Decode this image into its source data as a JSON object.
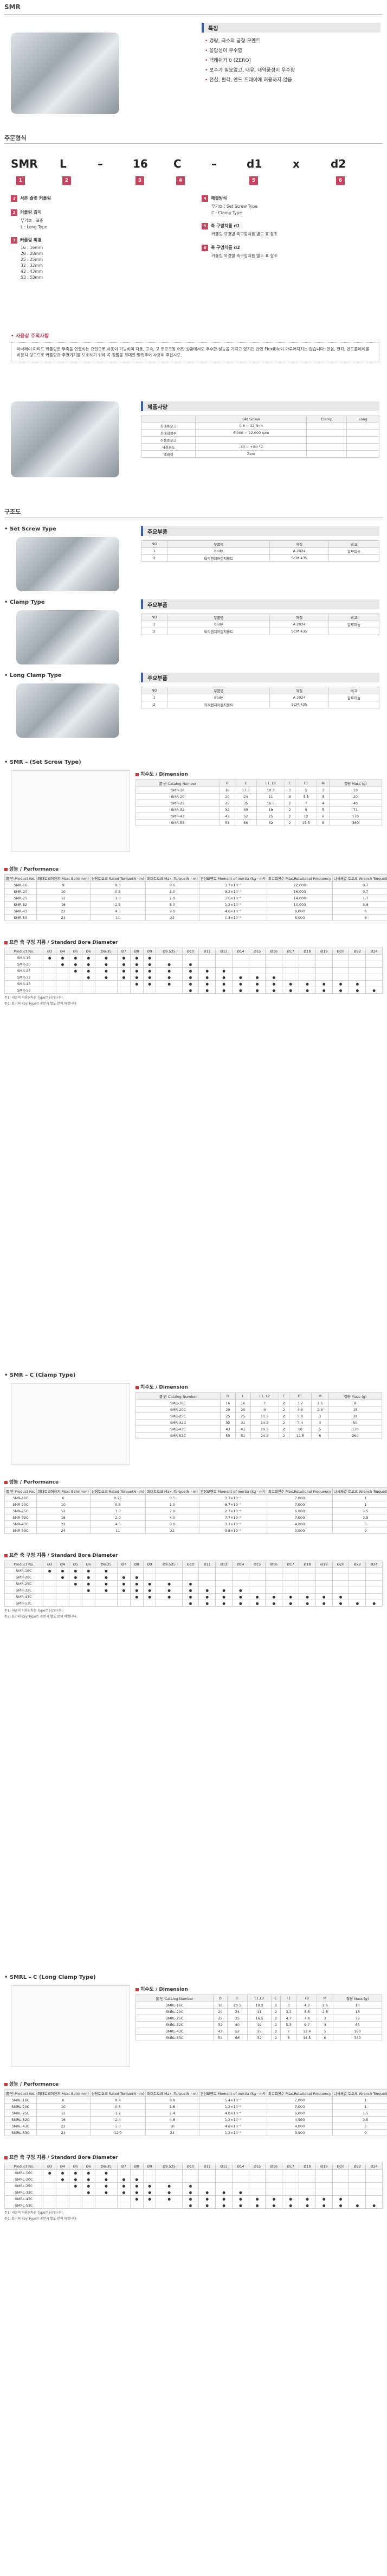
{
  "page_title": "SMR",
  "features": {
    "heading": "특징",
    "items": [
      "경량, 극소의 금형 모멘트",
      "응답성이 우수함",
      "백래쉬가 0 (ZERO)",
      "보수가 필요없고, 내유, 내약품성이 우수함",
      "편심, 편각, 엔드 프레이에 허용하지 않음"
    ]
  },
  "ordering": {
    "heading": "주문형식",
    "code_parts": [
      "SMR",
      "L",
      "–",
      "16",
      "C",
      "–",
      "d1",
      "x",
      "d2"
    ],
    "badges": [
      "1",
      "2",
      "3",
      "4",
      "5",
      "6"
    ],
    "left": [
      {
        "num": "1",
        "title": "서픈 슬릿 커플링"
      },
      {
        "num": "2",
        "title": "커플링 길이",
        "lines": [
          "무기호 : 표준",
          "L : Long Type"
        ]
      },
      {
        "num": "3",
        "title": "커플링 외경",
        "lines": [
          "16 : 16mm",
          "20 : 20mm",
          "25 : 25mm",
          "32 : 32mm",
          "43 : 43mm",
          "53 : 53mm"
        ]
      }
    ],
    "right": [
      {
        "num": "4",
        "title": "체결방식",
        "lines": [
          "무기호 : Set Screw Type",
          "C : Clamp Type"
        ]
      },
      {
        "num": "5",
        "title": "축 구멍치름 d1",
        "lines": [
          "커플링 외경별 축구멍치름 별도 표 참조"
        ]
      },
      {
        "num": "6",
        "title": "축 구멍치름 d2",
        "lines": [
          "커플링 외경별 축구멍치름 별도 표 참조"
        ]
      }
    ]
  },
  "caution": {
    "title": "• 사용상 주의사항",
    "text": "이너레이 피티드 커플링은 두축을 연결하는 요인으로 사용이 가능하며 자동, 고속, 고 토오크등 어떤 상황에서도 우수한 성능을 가지고 있지만 반면 Flexible이 아루어지지는 않습니다. 편심, 편각, 엔드플레이를 허용치 않으므로 커플링과 주변기기를 보호하기 위해 꼭 정렬을 최대한 맞춰주어 사용해 주십시오."
  },
  "spec": {
    "heading": "제품사양",
    "cols": [
      "",
      "Set Screw",
      "Clamp",
      "Long"
    ],
    "rows": [
      [
        "최대토오크",
        "0.6 ~ 22 N·m",
        "",
        ""
      ],
      [
        "최대회전수",
        "6,000 ~ 22,000 rpm",
        "",
        ""
      ],
      [
        "허용토오크",
        "",
        "",
        ""
      ],
      [
        "사용온도",
        "-30 ~ +80 °C",
        "",
        ""
      ],
      [
        "백래쉬",
        "Zero",
        "",
        ""
      ]
    ]
  },
  "structure": {
    "heading": "구조도",
    "types": [
      {
        "name": "Set Screw Type",
        "parts_title": "주요부품",
        "cols": [
          "NO",
          "부품명",
          "재질",
          "비고"
        ],
        "rows": [
          [
            "1",
            "Body",
            "A 2024",
            "알루미늄"
          ],
          [
            "2",
            "육각렌치어렌치볼트",
            "SCM 435",
            ""
          ]
        ]
      },
      {
        "name": "Clamp Type",
        "parts_title": "주요부품",
        "cols": [
          "NO",
          "부품명",
          "재질",
          "비고"
        ],
        "rows": [
          [
            "1",
            "Body",
            "A 2024",
            "알루미늄"
          ],
          [
            "2",
            "육각렌치어렌치볼트",
            "SCM 435",
            ""
          ]
        ]
      },
      {
        "name": "Long Clamp Type",
        "parts_title": "주요부품",
        "cols": [
          "NO",
          "부품명",
          "재질",
          "비고"
        ],
        "rows": [
          [
            "1",
            "Body",
            "A 2024",
            "알루미늄"
          ],
          [
            "2",
            "육각렌치어렌치볼트",
            "SCM 435",
            ""
          ]
        ]
      }
    ]
  },
  "smr": {
    "title": "SMR – (Set Screw Type)",
    "dim_title": "치수도 / Dimension",
    "dim_cols": [
      "품 번 Catalog Number",
      "D",
      "L",
      "L1, L2",
      "E",
      "F1",
      "M",
      "질량 Mass (g)"
    ],
    "dim_rows": [
      [
        "SMR-16",
        "16",
        "17.3",
        "10.3",
        "3",
        "5",
        "3",
        "10"
      ],
      [
        "SMR-20",
        "20",
        "24",
        "11",
        "3",
        "5.5",
        "3",
        "20"
      ],
      [
        "SMR-25",
        "25",
        "35",
        "16.5",
        "2",
        "7",
        "4",
        "40"
      ],
      [
        "SMR-32",
        "32",
        "40",
        "19",
        "2",
        "9",
        "5",
        "71"
      ],
      [
        "SMR-43",
        "43",
        "52",
        "25",
        "2",
        "12",
        "6",
        "170"
      ],
      [
        "SMR-53",
        "53",
        "66",
        "32",
        "2",
        "15.5",
        "8",
        "360"
      ]
    ],
    "perf_title": "성능 / Performance",
    "perf_cols": [
      "품 번 Product No.",
      "최대토크허용치 Max. Bore(mm)",
      "상용토오크 Rated Torque(N · m)",
      "최대토오크 Max. Torque(N · m)",
      "관성모멘트 Moment of Inertia (kg · m²)",
      "최고회전수 Max.Rotational Frequency",
      "나사체결 토오크 Wrench Torque(N · m)"
    ],
    "perf_rows": [
      [
        "SMR-16",
        "9",
        "0.3",
        "0.6",
        "3.7×10⁻⁷",
        "22,000",
        "0.7"
      ],
      [
        "SMR-20",
        "10",
        "0.5",
        "1.0",
        "9.2×10⁻⁷",
        "16,000",
        "0.7"
      ],
      [
        "SMR-25",
        "12",
        "1.0",
        "2.0",
        "3.6×10⁻⁶",
        "14,000",
        "1.7"
      ],
      [
        "SMR-32",
        "16",
        "2.5",
        "5.0",
        "1.2×10⁻⁵",
        "10,000",
        "3.6"
      ],
      [
        "SMR-43",
        "22",
        "4.5",
        "9.0",
        "4.6×10⁻⁵",
        "8,000",
        "6"
      ],
      [
        "SMR-53",
        "24",
        "11",
        "22",
        "1.3×10⁻⁴",
        "6,000",
        "6"
      ]
    ],
    "bore_title": "표준 축 구멍 지름 / Standard Bore Diameter",
    "bore_cols": [
      "Ø3",
      "Ø4",
      "Ø5",
      "Ø6",
      "Ø6.35",
      "Ø7",
      "Ø8",
      "Ø9",
      "Ø9.525",
      "Ø10",
      "Ø11",
      "Ø12",
      "Ø14",
      "Ø15",
      "Ø16",
      "Ø17",
      "Ø18",
      "Ø19",
      "Ø20",
      "Ø22",
      "Ø24"
    ],
    "bore_rows": [
      [
        "SMR-16",
        1,
        1,
        1,
        1,
        1,
        1,
        1,
        1,
        0,
        0,
        0,
        0,
        0,
        0,
        0,
        0,
        0,
        0,
        0,
        0,
        0
      ],
      [
        "SMR-20",
        0,
        1,
        1,
        1,
        1,
        1,
        1,
        1,
        1,
        1,
        0,
        0,
        0,
        0,
        0,
        0,
        0,
        0,
        0,
        0,
        0
      ],
      [
        "SMR-25",
        0,
        0,
        1,
        1,
        1,
        1,
        1,
        1,
        1,
        1,
        1,
        1,
        0,
        0,
        0,
        0,
        0,
        0,
        0,
        0,
        0
      ],
      [
        "SMR-32",
        0,
        0,
        0,
        1,
        1,
        1,
        1,
        1,
        1,
        1,
        1,
        1,
        1,
        1,
        1,
        0,
        0,
        0,
        0,
        0,
        0
      ],
      [
        "SMR-43",
        0,
        0,
        0,
        0,
        0,
        0,
        1,
        1,
        1,
        1,
        1,
        1,
        1,
        1,
        1,
        1,
        1,
        1,
        1,
        1,
        0
      ],
      [
        "SMR-53",
        0,
        0,
        0,
        0,
        0,
        0,
        0,
        0,
        0,
        1,
        1,
        1,
        1,
        1,
        1,
        1,
        1,
        1,
        1,
        1,
        1
      ]
    ],
    "bore_notes": [
      "주1) 내경의 허용공차는 Type은 H7입니다.",
      "주2) 표기외 Key Type은 주문시 별도 문의 바랍니다."
    ]
  },
  "smrc": {
    "title": "SMR – C (Clamp Type)",
    "dim_title": "치수도 / Dimension",
    "dim_cols": [
      "품 번 Catalog Number",
      "D",
      "L",
      "L1, L2",
      "E",
      "F1",
      "M",
      "질량 Mass (g)"
    ],
    "dim_rows": [
      [
        "SMR-16C",
        "16",
        "16",
        "7",
        "2",
        "3.7",
        "2.6",
        "8"
      ],
      [
        "SMR-20C",
        "20",
        "20",
        "9",
        "2",
        "4.6",
        "2.6",
        "15"
      ],
      [
        "SMR-25C",
        "25",
        "25",
        "11.5",
        "2",
        "5.8",
        "3",
        "28"
      ],
      [
        "SMR-32C",
        "32",
        "31",
        "14.5",
        "2",
        "7.4",
        "4",
        "50"
      ],
      [
        "SMR-43C",
        "43",
        "41",
        "19.5",
        "2",
        "10",
        "5",
        "130"
      ],
      [
        "SMR-53C",
        "53",
        "51",
        "24.5",
        "2",
        "12.5",
        "6",
        "260"
      ]
    ],
    "perf_title": "성능 / Performance",
    "perf_cols": [
      "품 번 Product No.",
      "최대토크허용치 Max. Bore(mm)",
      "상용토오크 Rated Torque(N · m)",
      "최대토오크 Max. Torque(N · m)",
      "관성모멘트 Moment of Inertia (kg · m²)",
      "최고회전수 Max.Rotational Frequency",
      "나사체결 토오크 Wrench Torque(N · m)"
    ],
    "perf_rows": [
      [
        "SMR-16C",
        "6",
        "0.25",
        "0.5",
        "3.7×10⁻⁷",
        "7,000",
        "1"
      ],
      [
        "SMR-20C",
        "10",
        "0.5",
        "1.0",
        "8.7×10⁻⁷",
        "7,000",
        "1"
      ],
      [
        "SMR-25C",
        "12",
        "1.0",
        "2.0",
        "2.7×10⁻⁶",
        "6,000",
        "1.5"
      ],
      [
        "SMR-32C",
        "15",
        "2.0",
        "4.0",
        "7.7×10⁻⁶",
        "7,000",
        "1.5"
      ],
      [
        "SMR-43C",
        "22",
        "4.5",
        "9.0",
        "3.2×10⁻⁵",
        "4,000",
        "5"
      ],
      [
        "SMR-53C",
        "24",
        "11",
        "22",
        "9.8×10⁻⁵",
        "3,000",
        "9"
      ]
    ],
    "bore_title": "표준 축 구멍 지름 / Standard Bore Diameter",
    "bore_cols": [
      "Ø3",
      "Ø4",
      "Ø5",
      "Ø6",
      "Ø6.35",
      "Ø7",
      "Ø8",
      "Ø9",
      "Ø9.525",
      "Ø10",
      "Ø11",
      "Ø12",
      "Ø14",
      "Ø15",
      "Ø16",
      "Ø17",
      "Ø18",
      "Ø19",
      "Ø20",
      "Ø22",
      "Ø24"
    ],
    "bore_rows": [
      [
        "SMR-16C",
        1,
        1,
        1,
        1,
        1,
        0,
        0,
        0,
        0,
        0,
        0,
        0,
        0,
        0,
        0,
        0,
        0,
        0,
        0,
        0,
        0
      ],
      [
        "SMR-20C",
        0,
        1,
        1,
        1,
        1,
        1,
        1,
        0,
        0,
        0,
        0,
        0,
        0,
        0,
        0,
        0,
        0,
        0,
        0,
        0,
        0
      ],
      [
        "SMR-25C",
        0,
        0,
        1,
        1,
        1,
        1,
        1,
        1,
        1,
        1,
        0,
        0,
        0,
        0,
        0,
        0,
        0,
        0,
        0,
        0,
        0
      ],
      [
        "SMR-32C",
        0,
        0,
        0,
        1,
        1,
        1,
        1,
        1,
        1,
        1,
        1,
        1,
        1,
        0,
        0,
        0,
        0,
        0,
        0,
        0,
        0
      ],
      [
        "SMR-43C",
        0,
        0,
        0,
        0,
        0,
        0,
        1,
        1,
        1,
        1,
        1,
        1,
        1,
        1,
        1,
        1,
        1,
        1,
        1,
        0,
        0
      ],
      [
        "SMR-53C",
        0,
        0,
        0,
        0,
        0,
        0,
        0,
        0,
        0,
        1,
        1,
        1,
        1,
        1,
        1,
        1,
        1,
        1,
        1,
        1,
        1
      ]
    ],
    "bore_notes": [
      "주1) 내경의 허용공차는 Type은 H7입니다.",
      "주2) 표기외 Key Type은 주문시 별도 문의 바랍니다."
    ]
  },
  "smrl": {
    "title": "SMRL – C (Long Clamp Type)",
    "dim_title": "치수도 / Dimension",
    "dim_cols": [
      "품 번 Catalog Number",
      "D",
      "L",
      "L1,L2",
      "E",
      "F1",
      "F2",
      "M",
      "질량 Mass (g)"
    ],
    "dim_rows": [
      [
        "SMRL-16C",
        "16",
        "20.5",
        "10.3",
        "2",
        "3",
        "4.3",
        "2.6",
        "10"
      ],
      [
        "SMRL-20C",
        "20",
        "24",
        "11",
        "2",
        "3.1",
        "5.6",
        "2.6",
        "18"
      ],
      [
        "SMRL-25C",
        "25",
        "35",
        "16.5",
        "2",
        "4.7",
        "7.8",
        "3",
        "36"
      ],
      [
        "SMRL-32C",
        "32",
        "40",
        "19",
        "2",
        "5.3",
        "9.7",
        "4",
        "65"
      ],
      [
        "SMRL-43C",
        "43",
        "52",
        "25",
        "2",
        "7",
        "12.4",
        "5",
        "160"
      ],
      [
        "SMRL-53C",
        "53",
        "66",
        "32",
        "2",
        "8",
        "14.5",
        "6",
        "340"
      ]
    ],
    "perf_title": "성능 / Performance",
    "perf_cols": [
      "품 번 Product No.",
      "최대토크허용치 Max. Bore(mm)",
      "상용토오크 Rated Torque(N · m)",
      "최대토오크 Max. Torque(N · m)",
      "관성모멘트 Moment of Inertia (kg · m²)",
      "최고회전수 Max.Rotational Frequency",
      "나사체결 토오크 Wrench Torque(N · m)"
    ],
    "perf_rows": [
      [
        "SMRL-16C",
        "6",
        "0.4",
        "0.8",
        "5.4×10⁻⁷",
        "7,000",
        "1"
      ],
      [
        "SMRL-20C",
        "10",
        "0.8",
        "1.6",
        "1.2×10⁻⁶",
        "7,000",
        "1"
      ],
      [
        "SMRL-25C",
        "12",
        "1.2",
        "2.4",
        "4.0×10⁻⁶",
        "6,000",
        "1.5"
      ],
      [
        "SMRL-32C",
        "16",
        "2.4",
        "4.8",
        "1.2×10⁻⁵",
        "4,500",
        "2.5"
      ],
      [
        "SMRL-43C",
        "22",
        "5.0",
        "10",
        "4.8×10⁻⁵",
        "4,000",
        "5"
      ],
      [
        "SMRL-53C",
        "24",
        "12.0",
        "24",
        "1.2×10⁻⁴",
        "3,900",
        "9"
      ]
    ],
    "bore_title": "표준 축 구멍 지름 / Standard Bore Diameter",
    "bore_cols": [
      "Ø3",
      "Ø4",
      "Ø5",
      "Ø6",
      "Ø6.35",
      "Ø7",
      "Ø8",
      "Ø9",
      "Ø9.525",
      "Ø10",
      "Ø11",
      "Ø12",
      "Ø14",
      "Ø15",
      "Ø16",
      "Ø17",
      "Ø18",
      "Ø19",
      "Ø20",
      "Ø22",
      "Ø24"
    ],
    "bore_rows": [
      [
        "SMRL-16C",
        1,
        1,
        1,
        1,
        1,
        0,
        0,
        0,
        0,
        0,
        0,
        0,
        0,
        0,
        0,
        0,
        0,
        0,
        0,
        0,
        0
      ],
      [
        "SMRL-20C",
        0,
        1,
        1,
        1,
        1,
        1,
        1,
        0,
        0,
        0,
        0,
        0,
        0,
        0,
        0,
        0,
        0,
        0,
        0,
        0,
        0
      ],
      [
        "SMRL-25C",
        0,
        0,
        1,
        1,
        1,
        1,
        1,
        1,
        1,
        1,
        0,
        0,
        0,
        0,
        0,
        0,
        0,
        0,
        0,
        0,
        0
      ],
      [
        "SMRL-32C",
        0,
        0,
        0,
        1,
        1,
        1,
        1,
        1,
        1,
        1,
        1,
        1,
        1,
        0,
        0,
        0,
        0,
        0,
        0,
        0,
        0
      ],
      [
        "SMRL-43C",
        0,
        0,
        0,
        0,
        0,
        0,
        1,
        1,
        1,
        1,
        1,
        1,
        1,
        1,
        1,
        1,
        1,
        1,
        1,
        0,
        0
      ],
      [
        "SMRL-53C",
        0,
        0,
        0,
        0,
        0,
        0,
        0,
        0,
        0,
        1,
        1,
        1,
        1,
        1,
        1,
        1,
        1,
        1,
        1,
        1,
        1
      ]
    ],
    "bore_notes": [
      "주1) 내경의 허용공차는 Type은 H7입니다.",
      "주2) 표기외 Key Type은 주문시 별도 문의 바랍니다."
    ]
  },
  "colors": {
    "accent": "#c7435e",
    "bar": "#3a5fa8"
  }
}
